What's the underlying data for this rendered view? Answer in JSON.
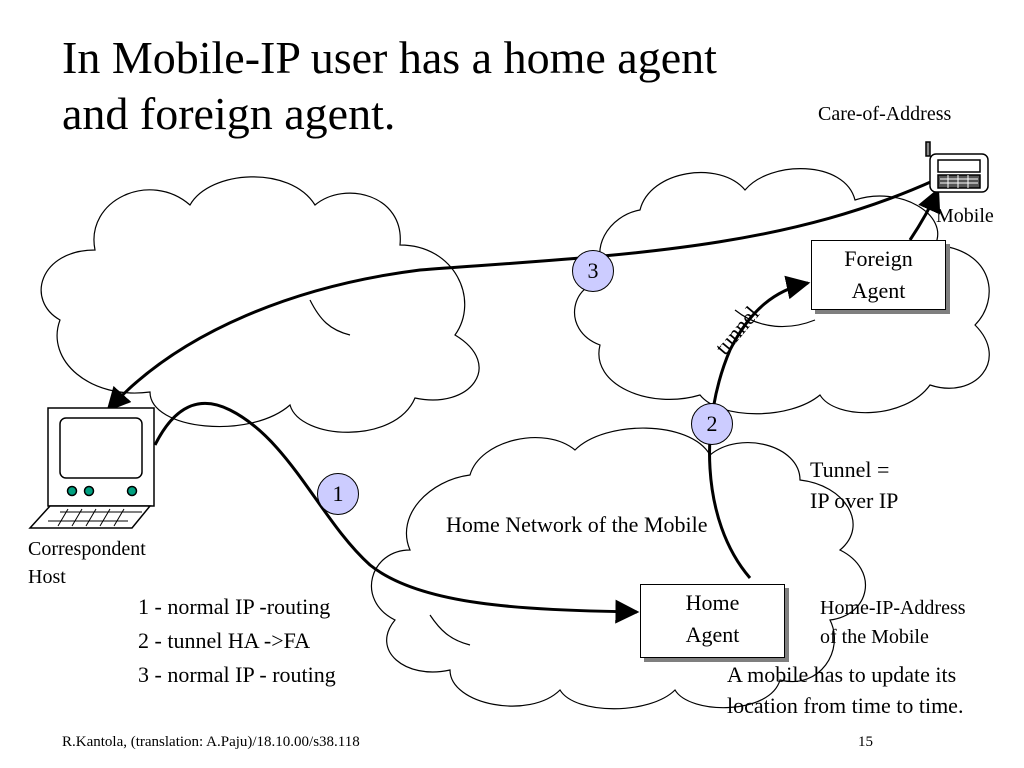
{
  "title": "In Mobile-IP user has a home agent and foreign agent.",
  "labels": {
    "care_of_address": "Care-of-Address",
    "mobile": "Mobile",
    "foreign_agent": [
      "Foreign",
      "Agent"
    ],
    "home_agent": [
      "Home",
      "Agent"
    ],
    "tunnel": "tunnel",
    "tunnel_def": [
      "Tunnel =",
      "IP over IP"
    ],
    "home_network": "Home Network of the Mobile",
    "correspondent": [
      "Correspondent",
      "Host"
    ],
    "home_ip": [
      "Home-IP-Address",
      "of the Mobile"
    ],
    "update_note": [
      "A mobile has to update its",
      "location from time to time."
    ]
  },
  "steps": [
    "1",
    "2",
    "3"
  ],
  "legend": [
    "1 - normal IP -routing",
    "2 - tunnel HA ->FA",
    "3 - normal IP - routing"
  ],
  "footer": {
    "left": "R.Kantola, (translation: A.Paju)/18.10.00/s38.118",
    "right": "15"
  },
  "colors": {
    "step_fill": "#ccccff",
    "box_shadow": "#7f7f7f"
  }
}
